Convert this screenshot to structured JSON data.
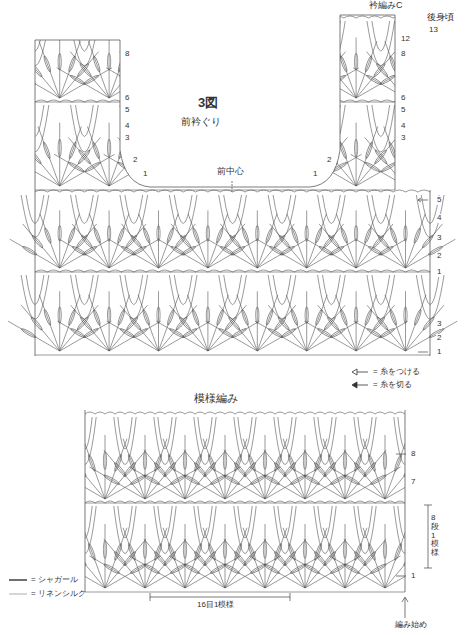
{
  "diagram": {
    "title": "3図",
    "labels": [
      "前衿ぐり",
      "前中心",
      "衿編みC",
      "後身頃",
      "13",
      "12",
      "8",
      "6",
      "5",
      "4",
      "3",
      "2",
      "1",
      "8",
      "6",
      "5",
      "4",
      "3",
      "2",
      "1",
      "5",
      "4",
      "3",
      "2",
      "1",
      "3",
      "2",
      "1",
      "模様編み",
      "8",
      "7",
      "8段1模様",
      "1",
      "16目1模様",
      "編み始め"
    ],
    "legend": [
      {
        "text": "= 糸をつける"
      },
      {
        "text": "= 糸を切る"
      },
      {
        "text": "= シャガール"
      },
      {
        "text": "= リネンシルク"
      }
    ]
  }
}
